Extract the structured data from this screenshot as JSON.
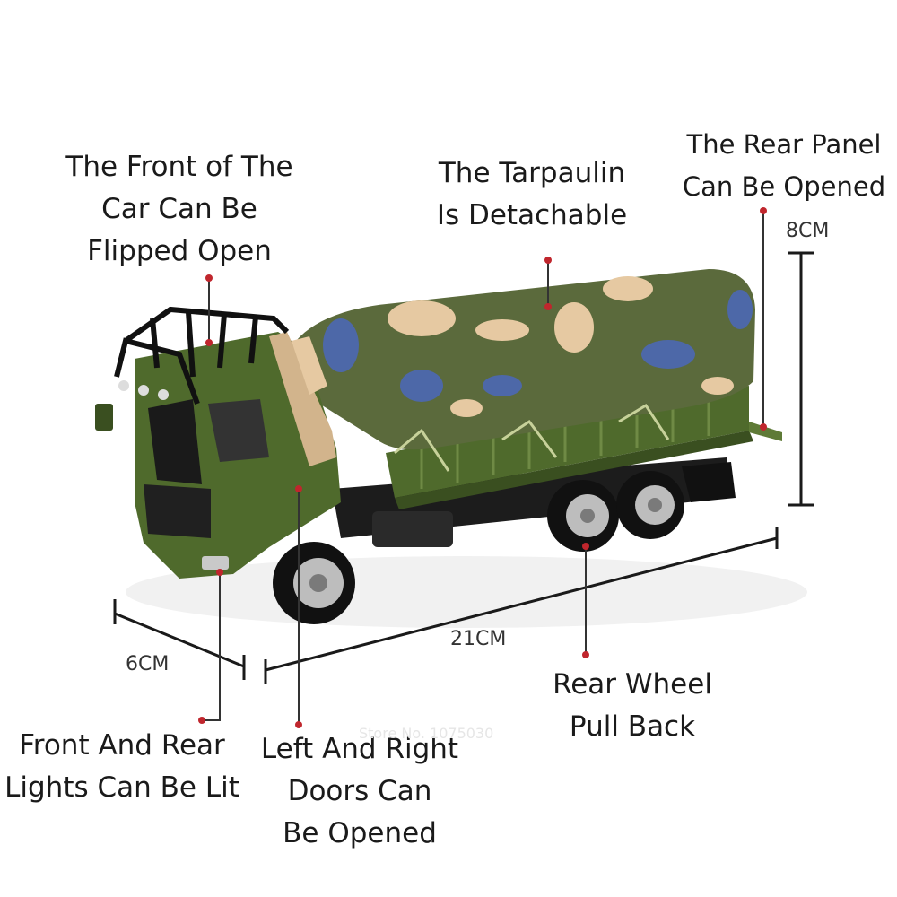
{
  "callouts": {
    "front": {
      "line1": "The Front of The",
      "line2": "Car Can Be",
      "line3": "Flipped Open"
    },
    "tarp": {
      "line1": "The Tarpaulin",
      "line2": "Is Detachable"
    },
    "rear_panel": {
      "line1": "The Rear Panel",
      "line2": "Can Be Opened"
    },
    "rear_wheel": {
      "line1": "Rear Wheel",
      "line2": "Pull Back"
    },
    "lights": {
      "line1": "Front And Rear",
      "line2": "Lights Can Be Lit"
    },
    "doors": {
      "line1": "Left And Right",
      "line2": "Doors Can",
      "line3": "Be Opened"
    }
  },
  "dimensions": {
    "height": "8CM",
    "length": "21CM",
    "width": "6CM"
  },
  "watermark": "Store No. 1075030",
  "colors": {
    "accent": "#c0262d",
    "line": "#333333",
    "camo_green": "#5b6a3c",
    "camo_tan": "#e6c9a2",
    "camo_blue": "#4d68a8",
    "chassis": "#1c1c1c"
  }
}
